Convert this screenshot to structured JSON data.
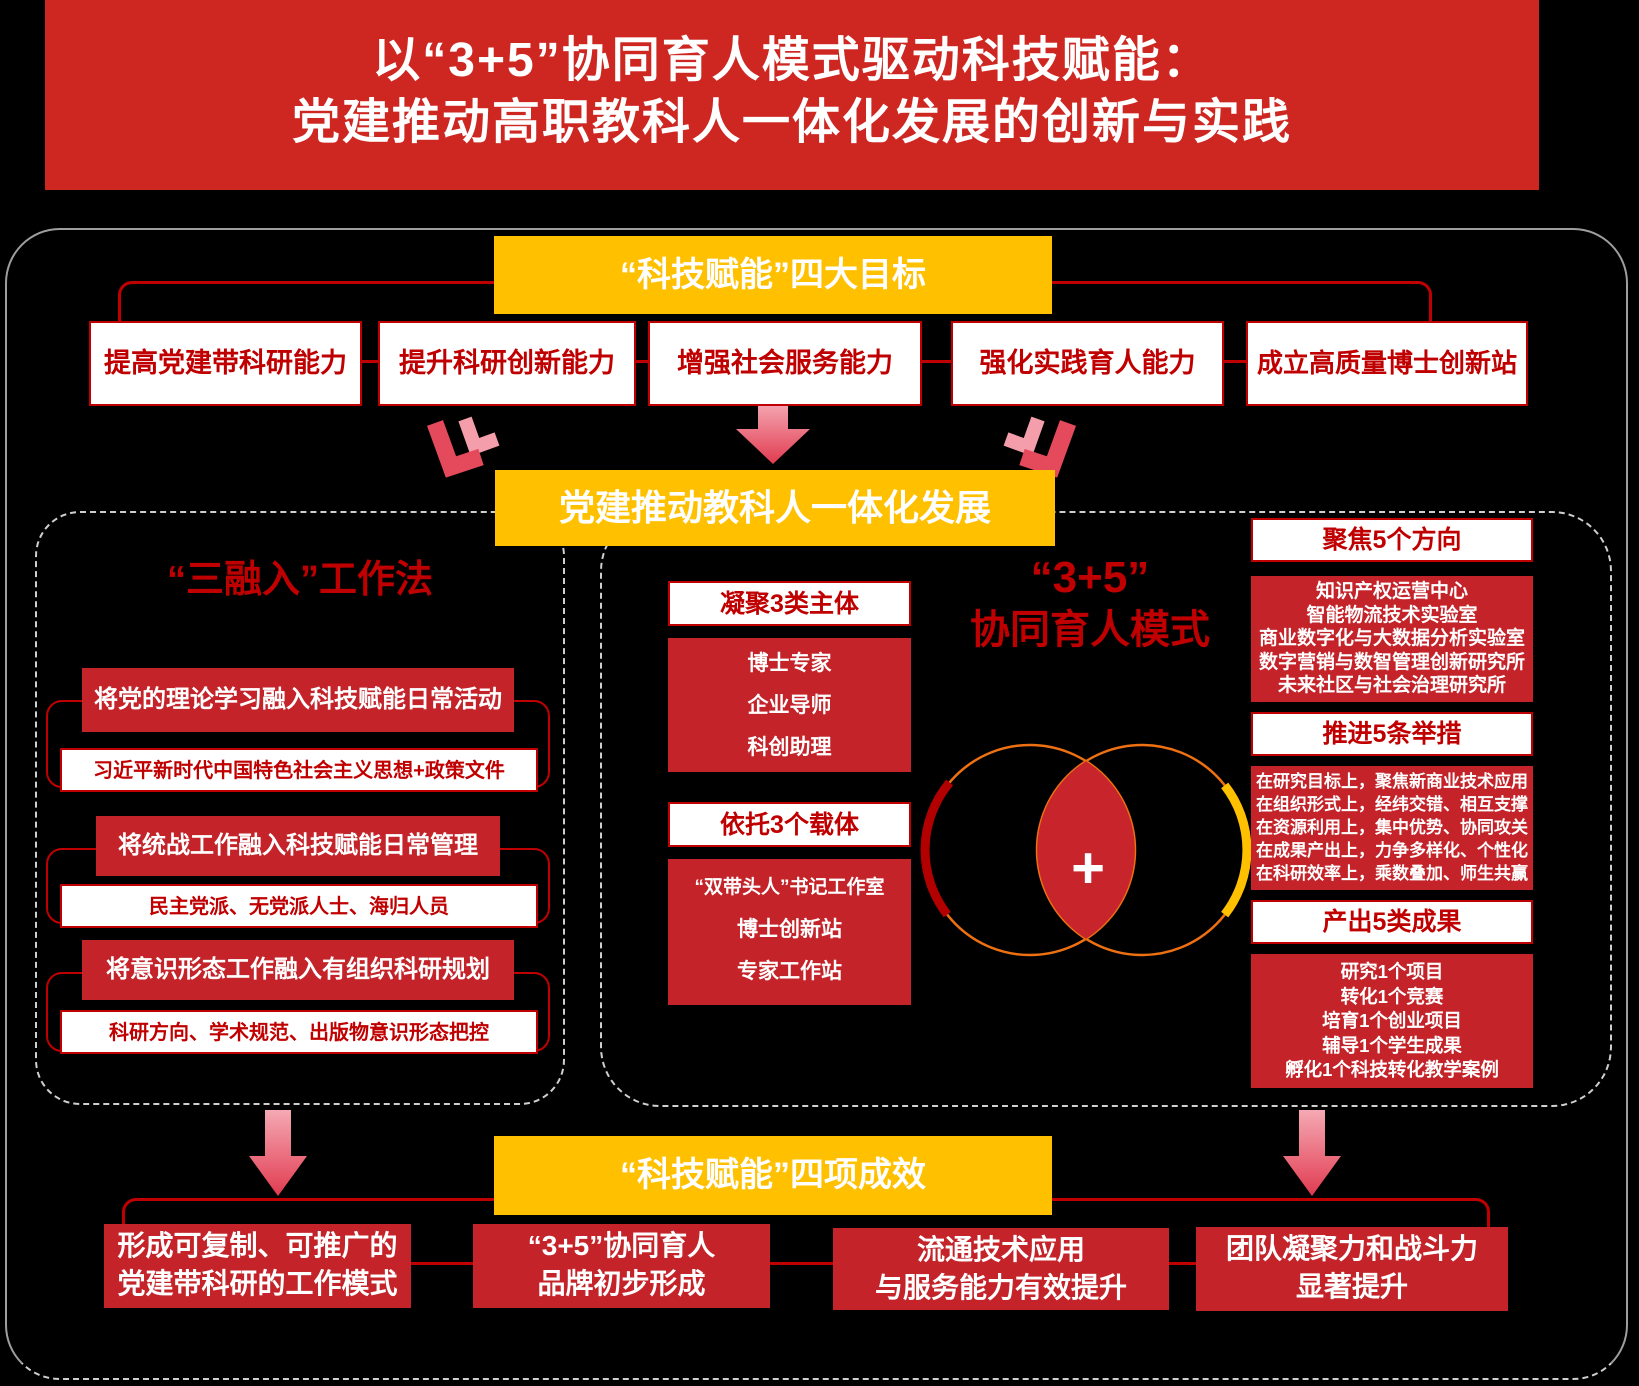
{
  "banner": {
    "line1": "以“3+5”协同育人模式驱动科技赋能：",
    "line2": "党建推动高职教科人一体化发展的创新与实践"
  },
  "goals": {
    "header": "“科技赋能”四大目标",
    "items": [
      {
        "label": "提高党建带科研能力"
      },
      {
        "label": "提升科研创新能力"
      },
      {
        "label": "增强社会服务能力"
      },
      {
        "label": "强化实践育人能力"
      },
      {
        "label": "成立高质量博士创新站"
      }
    ]
  },
  "development": {
    "header": "党建推动教科人一体化发展"
  },
  "left_panel": {
    "title": "“三融入”工作法",
    "groups": [
      {
        "main": "将党的理论学习融入科技赋能日常活动",
        "sub": "习近平新时代中国特色社会主义思想+政策文件"
      },
      {
        "main": "将统战工作融入科技赋能日常管理",
        "sub": "民主党派、无党派人士、海归人员"
      },
      {
        "main": "将意识形态工作融入有组织科研规划",
        "sub": "科研方向、学术规范、出版物意识形态把控"
      }
    ]
  },
  "middle": {
    "subjects_header": "凝聚3类主体",
    "subjects": [
      "博士专家",
      "企业导师",
      "科创助理"
    ],
    "carriers_header": "依托3个载体",
    "carriers": [
      "“双带头人”书记工作室",
      "博士创新站",
      "专家工作站"
    ]
  },
  "model": {
    "title_line1": "“3+5”",
    "title_line2": "协同育人模式",
    "plus": "+"
  },
  "right_panel": {
    "directions_header": "聚焦5个方向",
    "directions": [
      "知识产权运营中心",
      "智能物流技术实验室",
      "商业数字化与大数据分析实验室",
      "数字营销与数智管理创新研究所",
      "未来社区与社会治理研究所"
    ],
    "measures_header": "推进5条举措",
    "measures": [
      "在研究目标上，聚焦新商业技术应用",
      "在组织形式上，经纬交错、相互支撑",
      "在资源利用上，集中优势、协同攻关",
      "在成果产出上，力争多样化、个性化",
      "在科研效率上，乘数叠加、师生共赢"
    ],
    "outputs_header": "产出5类成果",
    "outputs": [
      "研究1个项目",
      "转化1个竞赛",
      "培育1个创业项目",
      "辅导1个学生成果",
      "孵化1个科技转化教学案例"
    ]
  },
  "outcomes": {
    "header": "“科技赋能”四项成效",
    "items": [
      {
        "line1": "形成可复制、可推广的",
        "line2": "党建带科研的工作模式"
      },
      {
        "line1": "“3+5”协同育人",
        "line2": "品牌初步形成"
      },
      {
        "line1": "流通技术应用",
        "line2": "与服务能力有效提升"
      },
      {
        "line1": "团队凝聚力和战斗力",
        "line2": "显著提升"
      }
    ]
  },
  "colors": {
    "banner_red": "#CE2722",
    "box_red": "#C32329",
    "line_red": "#C00000",
    "accent_yellow": "#FFC000",
    "circle_orange": "#EE7011",
    "arc_dark_red": "#B20000",
    "arc_yellow": "#FFC000",
    "arrow_pink": "#F49DAB",
    "arrow_red": "#E54A5C"
  }
}
